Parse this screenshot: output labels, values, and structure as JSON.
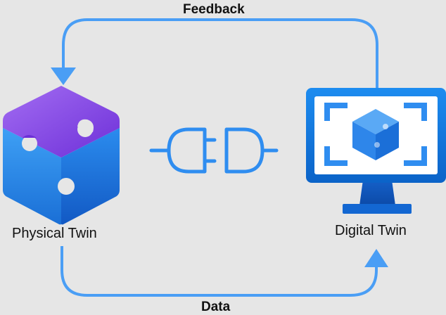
{
  "diagram": {
    "labels": {
      "feedback": "Feedback",
      "data": "Data",
      "physical_twin": "Physical Twin",
      "digital_twin": "Digital Twin"
    },
    "icons": {
      "physical": "puzzle-cube-icon",
      "connector": "plug-socket-icon",
      "digital": "monitor-cube-icon"
    },
    "colors": {
      "background": "#e6e6e6",
      "arrow": "#4a9ef5",
      "cube_blue": "#1f7fe0",
      "cube_top": "#7b3fe0",
      "monitor": "#0f78d8"
    }
  }
}
